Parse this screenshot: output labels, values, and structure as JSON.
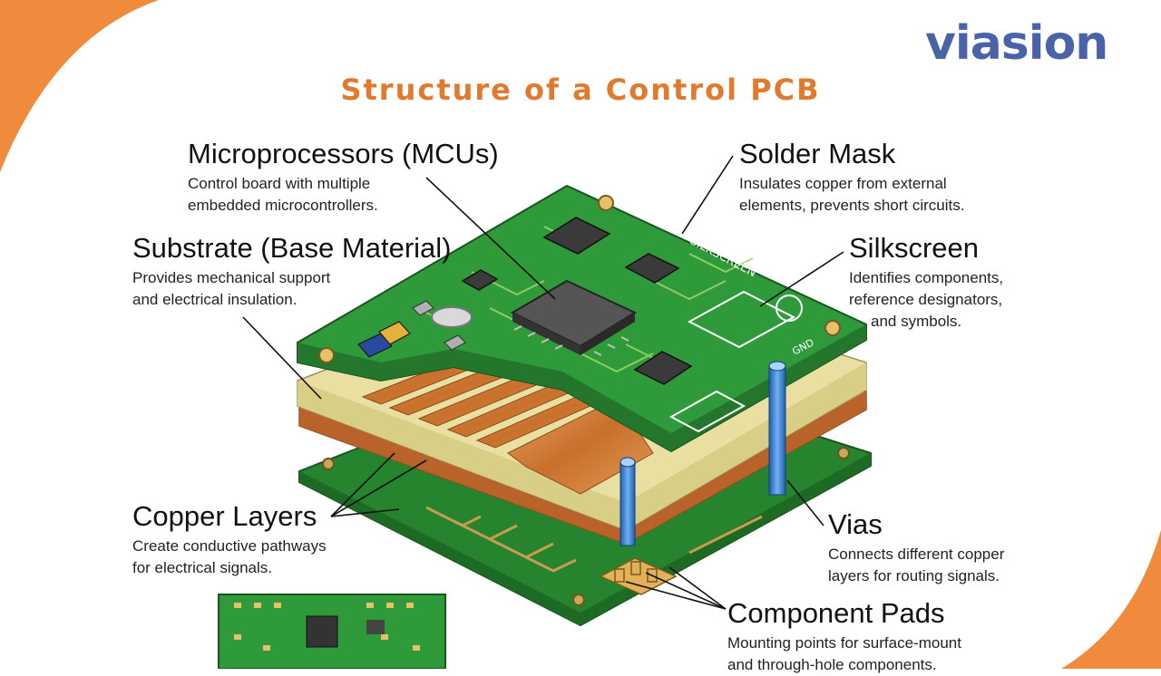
{
  "title": "Structure of a Control PCB",
  "logo": "viasion",
  "labels": {
    "mcu": {
      "heading": "Microprocessors (MCUs)",
      "desc": [
        "Control board with multiple",
        "embedded microcontrollers."
      ]
    },
    "substrate": {
      "heading": "Substrate (Base Material)",
      "desc": [
        "Provides mechanical support",
        "and electrical insulation."
      ]
    },
    "copper": {
      "heading": "Copper Layers",
      "desc": [
        "Create conductive pathways",
        "for electrical signals."
      ]
    },
    "soldermask": {
      "heading": "Solder Mask",
      "desc": [
        "Insulates copper from external",
        "elements, prevents short circuits."
      ]
    },
    "silkscreen": {
      "heading": "Silkscreen",
      "desc": [
        "Identifies components,",
        "reference designators,",
        "and symbols."
      ]
    },
    "vias": {
      "heading": "Vias",
      "desc": [
        "Connects different copper",
        "layers for routing signals."
      ]
    },
    "pads": {
      "heading": "Component Pads",
      "desc": [
        "Mounting points for surface-mount",
        "and through-hole components."
      ]
    }
  },
  "board_text": {
    "silk": "SILKSCREEN",
    "gnd": "GND"
  },
  "colors": {
    "title": "#e07a2e",
    "logo": "#4a63a8",
    "board": "#2f9a3a",
    "copper": "#d0813c",
    "substrate": "#e8dfa0",
    "via": "#3d7fd0"
  }
}
